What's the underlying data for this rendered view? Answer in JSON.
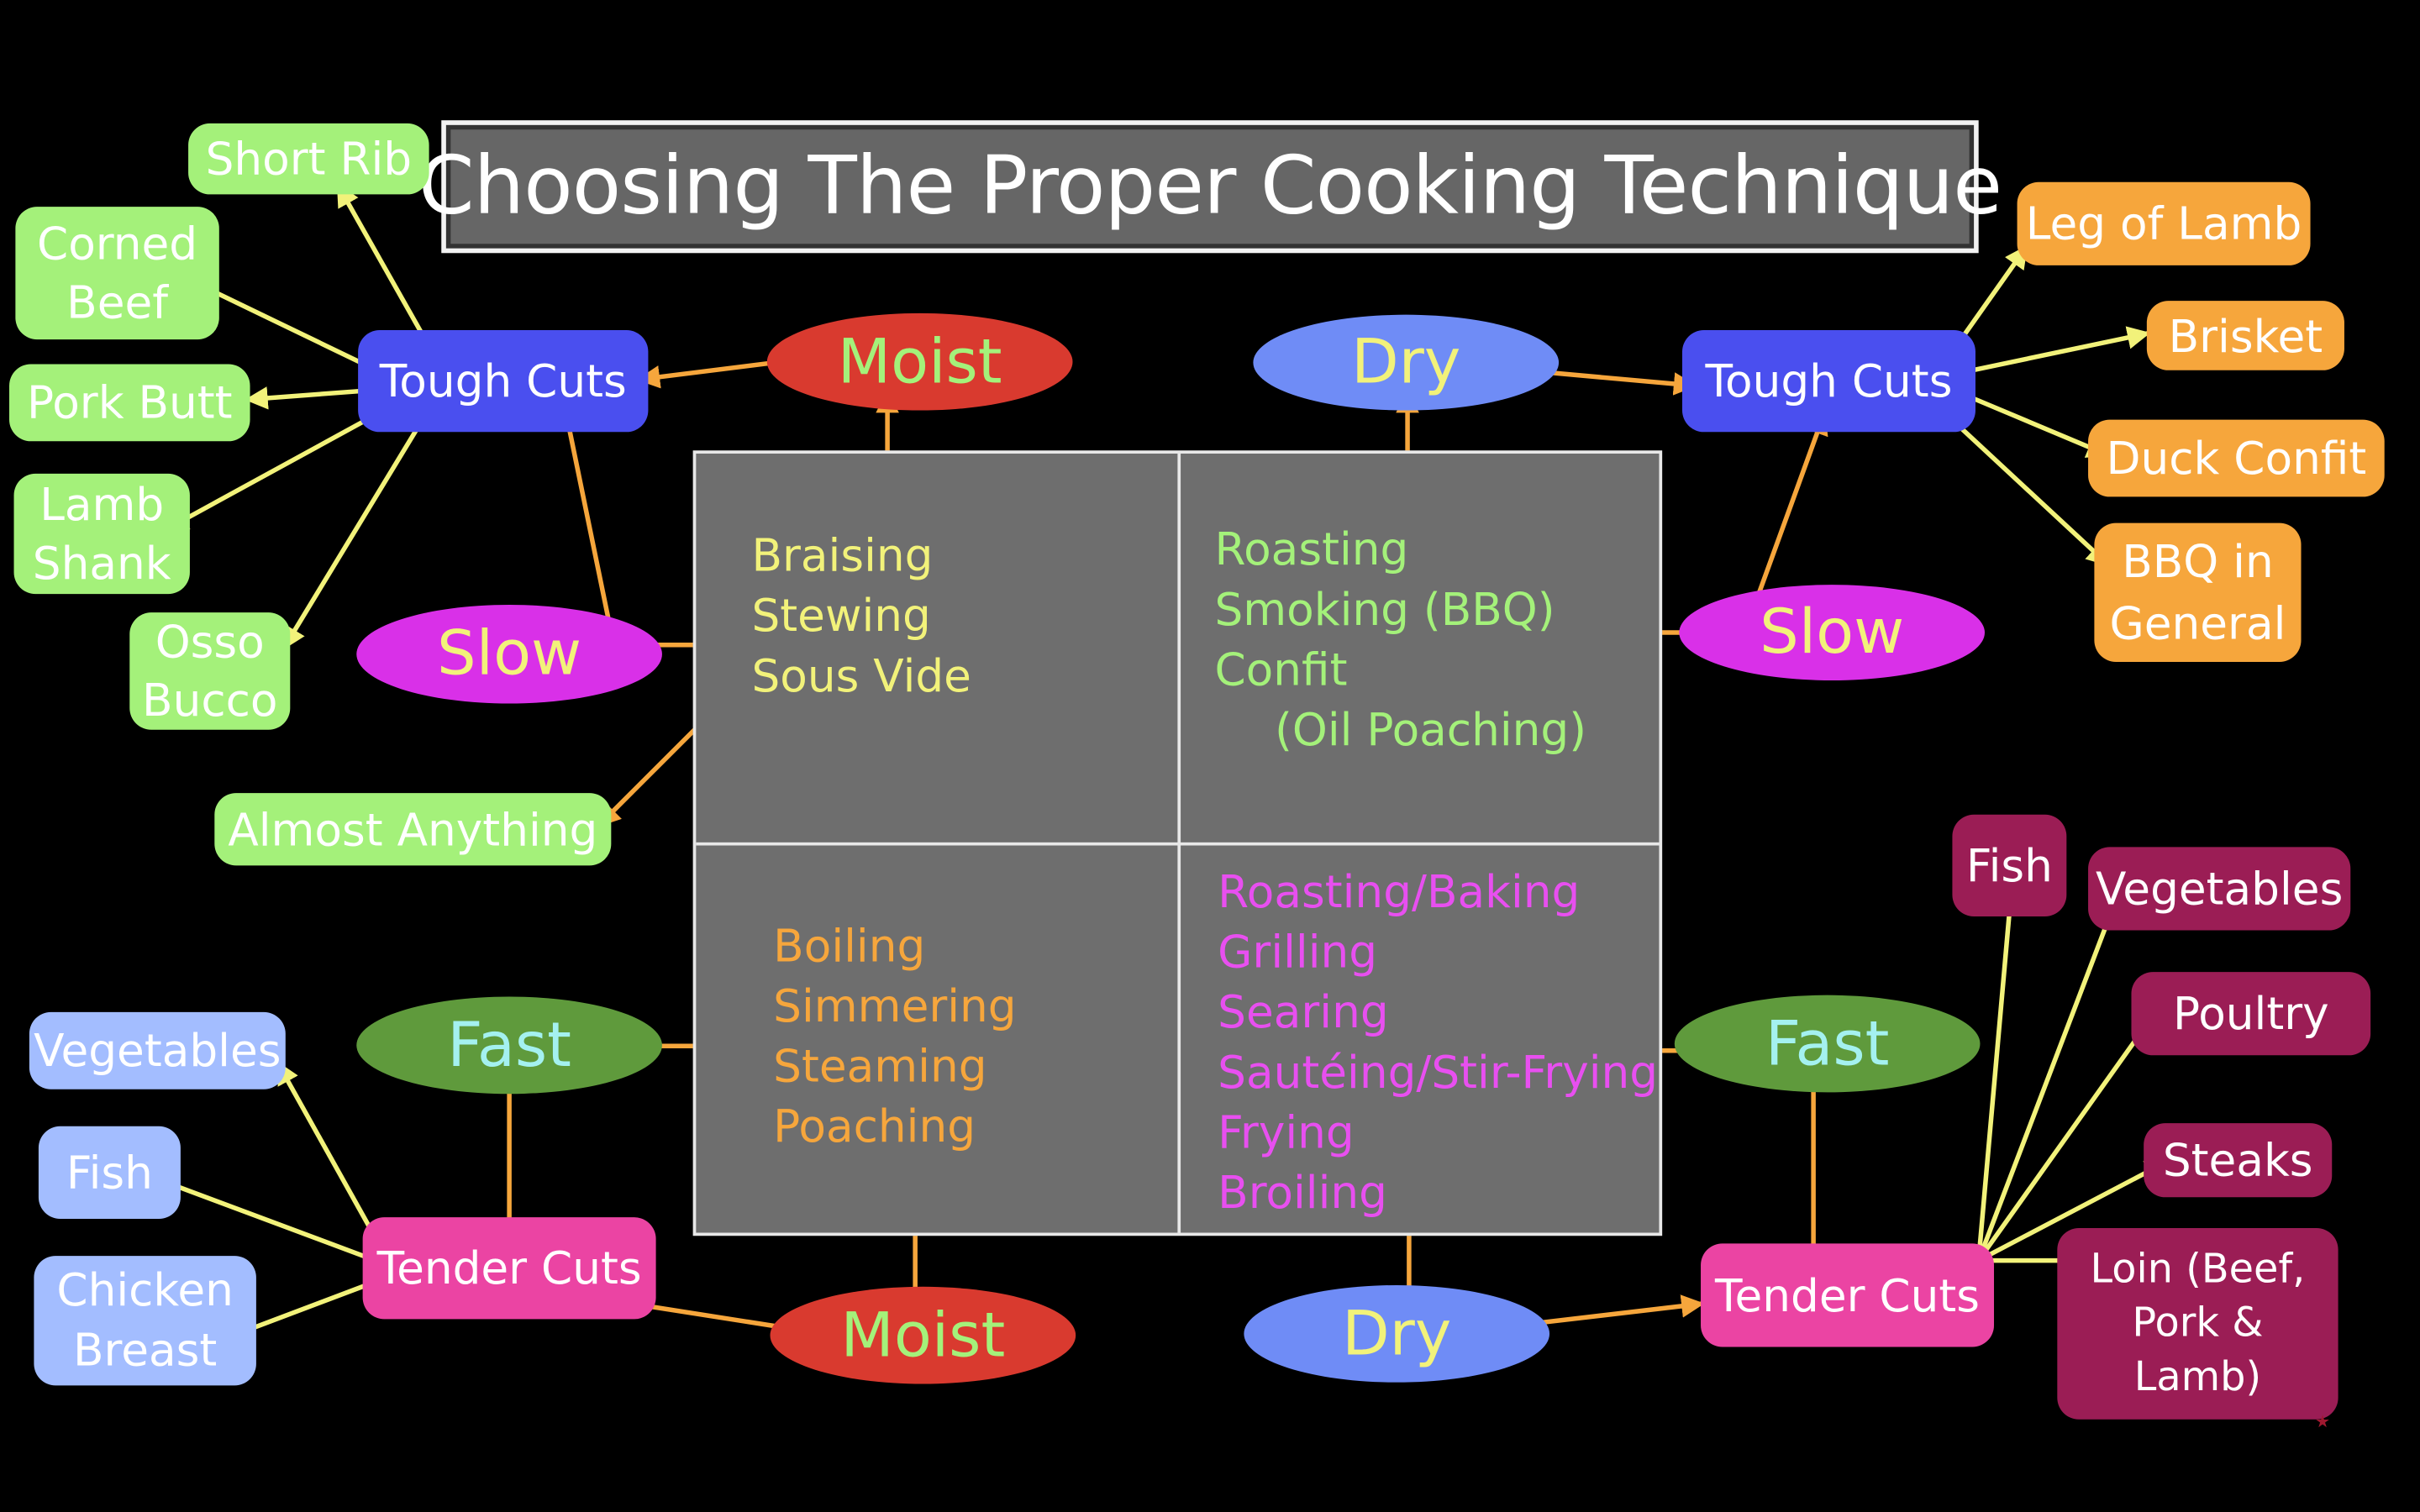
{
  "title": "Choosing The Proper Cooking Technique",
  "colors": {
    "background": "#000000",
    "grid_fill": "#6e6e6e",
    "arrow_moist_dry": "#f6a63c",
    "arrow_cuts": "#f2f27a",
    "moist": "#d93a2f",
    "dry": "#6f8cf6",
    "slow": "#d930e8",
    "fast": "#5f9a3c",
    "tough_cuts": "#4a4fef",
    "tender_cuts": "#eb44a3"
  },
  "quadrants": {
    "moist_slow": {
      "items": [
        "Braising",
        "Stewing",
        "Sous Vide"
      ],
      "color": "#f2f27a"
    },
    "dry_slow": {
      "items": [
        "Roasting",
        "Smoking (BBQ)",
        "Confit",
        "(Oil Poaching)"
      ],
      "color": "#a4f17a"
    },
    "moist_fast": {
      "items": [
        "Boiling",
        "Simmering",
        "Steaming",
        "Poaching"
      ],
      "color": "#f6a63c"
    },
    "dry_fast": {
      "items": [
        "Roasting/Baking",
        "Grilling",
        "Searing",
        "Sautéing/Stir-Frying",
        "Frying",
        "Broiling"
      ],
      "color": "#e84ff0"
    }
  },
  "nodes": {
    "moist_top": "Moist",
    "dry_top": "Dry",
    "slow_left": "Slow",
    "slow_right": "Slow",
    "fast_left": "Fast",
    "fast_right": "Fast",
    "moist_bottom": "Moist",
    "dry_bottom": "Dry",
    "tough_cuts_left": "Tough Cuts",
    "tough_cuts_right": "Tough Cuts",
    "tender_cuts_left": "Tender Cuts",
    "tender_cuts_right": "Tender Cuts"
  },
  "left_tough_items": [
    "Short Rib",
    "Corned Beef",
    "Pork Butt",
    "Lamb Shank",
    "Osso Bucco"
  ],
  "almost_anything": "Almost Anything",
  "right_tough_items": [
    "Leg of Lamb",
    "Brisket",
    "Duck Confit",
    "BBQ in General"
  ],
  "left_tender_items": [
    "Vegetables",
    "Fish",
    "Chicken Breast"
  ],
  "right_tender_items": [
    "Fish",
    "Vegetables",
    "Poultry",
    "Steaks",
    "Loin (Beef, Pork & Lamb)"
  ]
}
